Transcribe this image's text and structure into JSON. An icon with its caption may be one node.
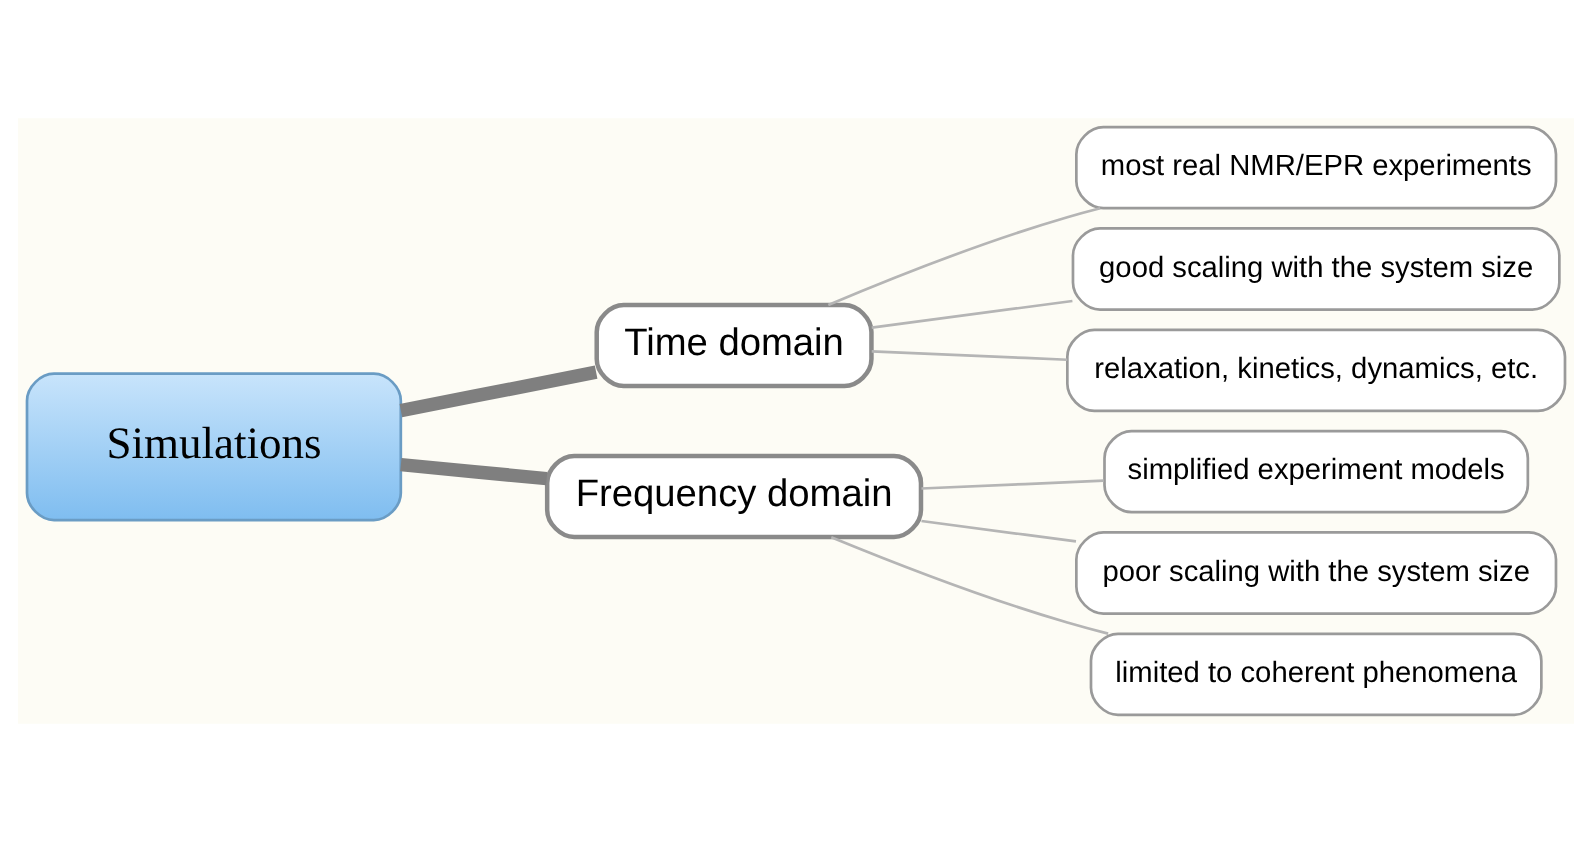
{
  "diagram": {
    "nodes": [
      {
        "text": [
          "Simulations"
        ]
      },
      {
        "text": [
          "Time domain"
        ]
      },
      {
        "text": [
          "most real NMR/EPR experiments"
        ]
      },
      {
        "text": [
          "good scaling with the system size"
        ]
      },
      {
        "text": [
          "relaxation, kinetics, dynamics, etc."
        ]
      },
      {
        "text": [
          "Frequency domain"
        ]
      },
      {
        "text": [
          "simplified experiment models"
        ]
      },
      {
        "text": [
          "poor scaling with the system size"
        ]
      },
      {
        "text": [
          "limited to coherent phenomena"
        ]
      }
    ],
    "edges": [
      {
        "from": 0,
        "to": 1,
        "arrow": "none",
        "style": "thick",
        "color": "#7f7f7f"
      },
      {
        "from": 1,
        "to": 2,
        "arrow": "none"
      },
      {
        "from": 1,
        "to": 3,
        "arrow": "none"
      },
      {
        "from": 1,
        "to": 4,
        "arrow": "none"
      },
      {
        "from": 0,
        "to": 5,
        "arrow": "none",
        "style": "thick",
        "color": "#7f7f7f"
      },
      {
        "from": 5,
        "to": 6,
        "arrow": "none"
      },
      {
        "from": 5,
        "to": 7,
        "arrow": "none"
      },
      {
        "from": 5,
        "to": 8,
        "arrow": "none"
      }
    ]
  }
}
